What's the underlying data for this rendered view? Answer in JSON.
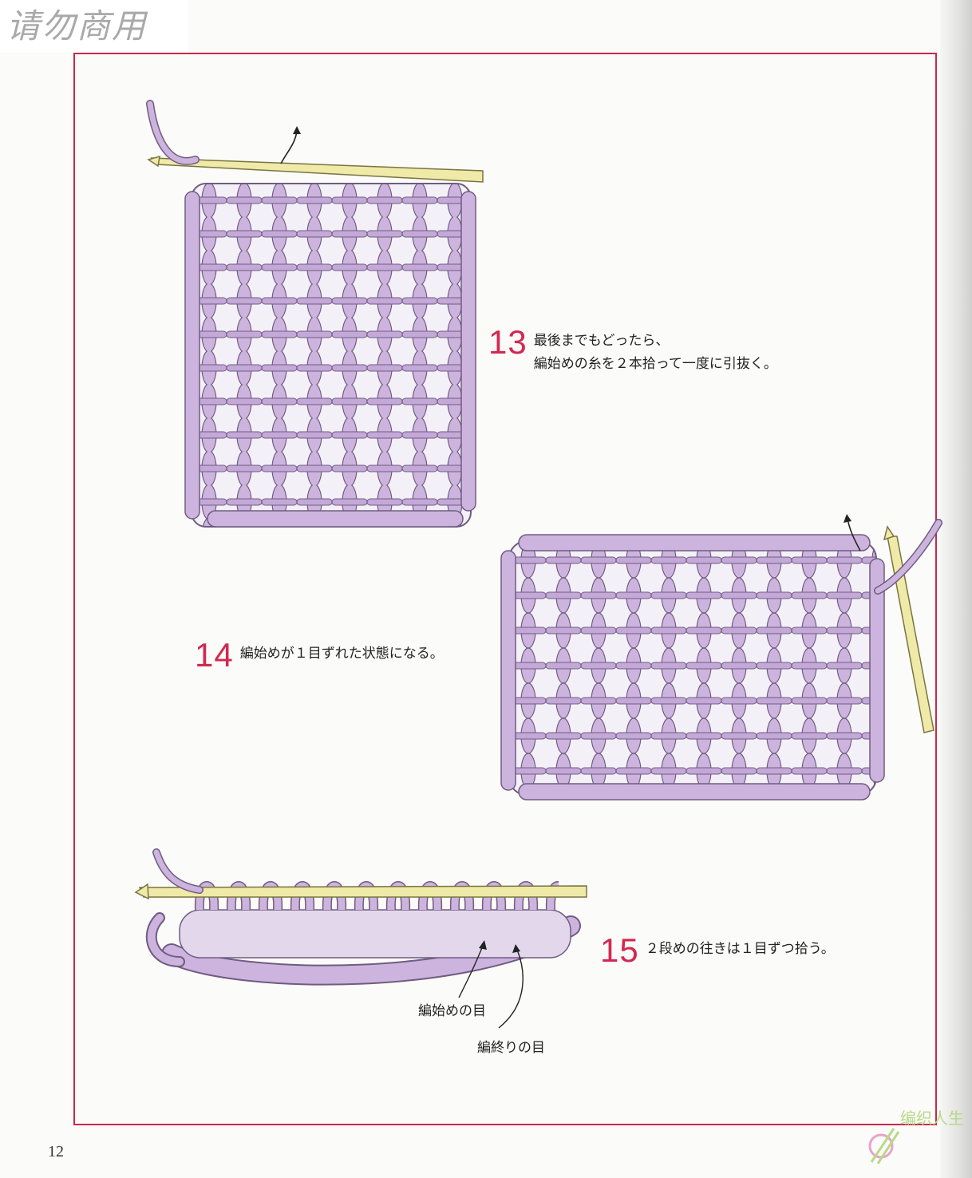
{
  "watermark": "请勿商用",
  "steps": [
    {
      "num": "13",
      "lines": [
        "最後までもどったら、",
        "編始めの糸を２本拾って一度に引抜く。"
      ]
    },
    {
      "num": "14",
      "lines": [
        "編始めが１目ずれた状態になる。"
      ]
    },
    {
      "num": "15",
      "lines": [
        "２段めの往きは１目ずつ拾う。"
      ]
    }
  ],
  "labels": {
    "start_stitch": "編始めの目",
    "end_stitch": "編終りの目"
  },
  "page_number": "12",
  "logo_text": "编织人生",
  "colors": {
    "accent": "#d2294f",
    "yarn": "#cdb4df",
    "yarn_outline": "#6f5c80",
    "hook": "#efeaa8"
  }
}
